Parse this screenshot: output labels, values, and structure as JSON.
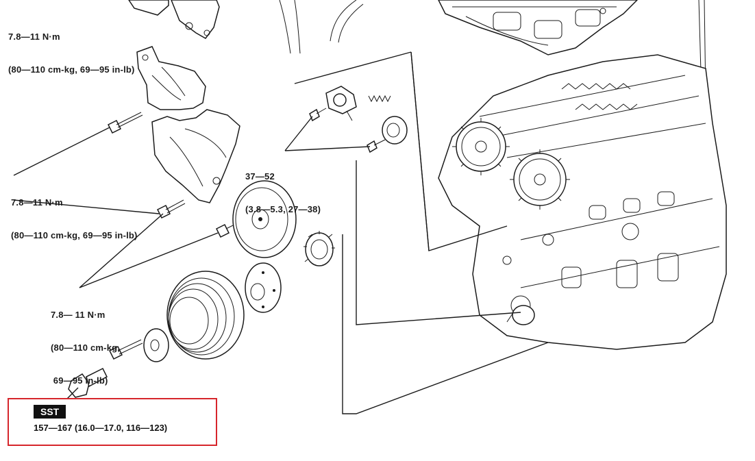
{
  "diagram": {
    "torque_labels": {
      "top_left": {
        "line1": "7.8—11 N·m",
        "line2": "(80—110 cm-kg, 69—95 in-lb)"
      },
      "cover_bolt": {
        "line1": "7.8—11 N·m",
        "line2": "(80—110 cm-kg, 69—95 in-lb)"
      },
      "tensioner": {
        "line1": "37—52",
        "line2": "(3.8—5.3, 27—38)"
      },
      "pulley_bolts": {
        "line1": "7.8— 11 N·m",
        "line2": "(80—110 cm-kg,",
        "line3": " 69—95 in-lb)"
      }
    },
    "sst": {
      "badge": "SST",
      "torque": "157—167 (16.0—17.0, 116—123)",
      "highlight_color": "#d6252b"
    }
  }
}
